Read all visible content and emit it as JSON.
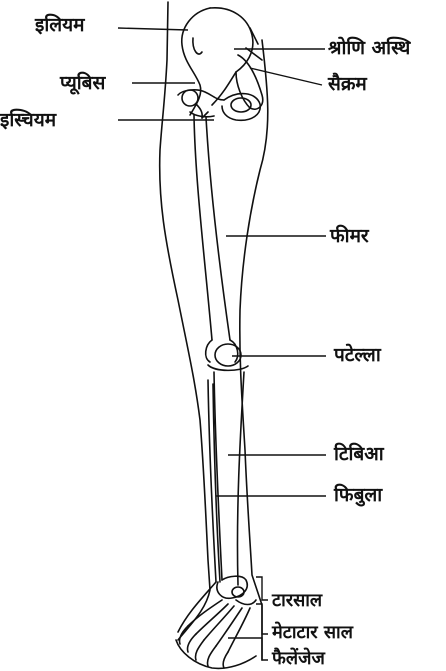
{
  "labels": {
    "ilium": "इलियम",
    "pelvic_bone": "श्रोणि अस्थि",
    "sacrum": "सैक्रम",
    "pubis": "प्यूबिस",
    "ischium": "इस्चियम",
    "femur": "फीमर",
    "patella": "पटेल्ला",
    "tibia": "टिबिआ",
    "fibula": "फिबुला",
    "tarsal": "टारसाल",
    "metatarsal": "मेटाटार साल",
    "phalanges": "फैलेंजेज"
  },
  "colors": {
    "line": "#111111",
    "background": "#ffffff"
  }
}
